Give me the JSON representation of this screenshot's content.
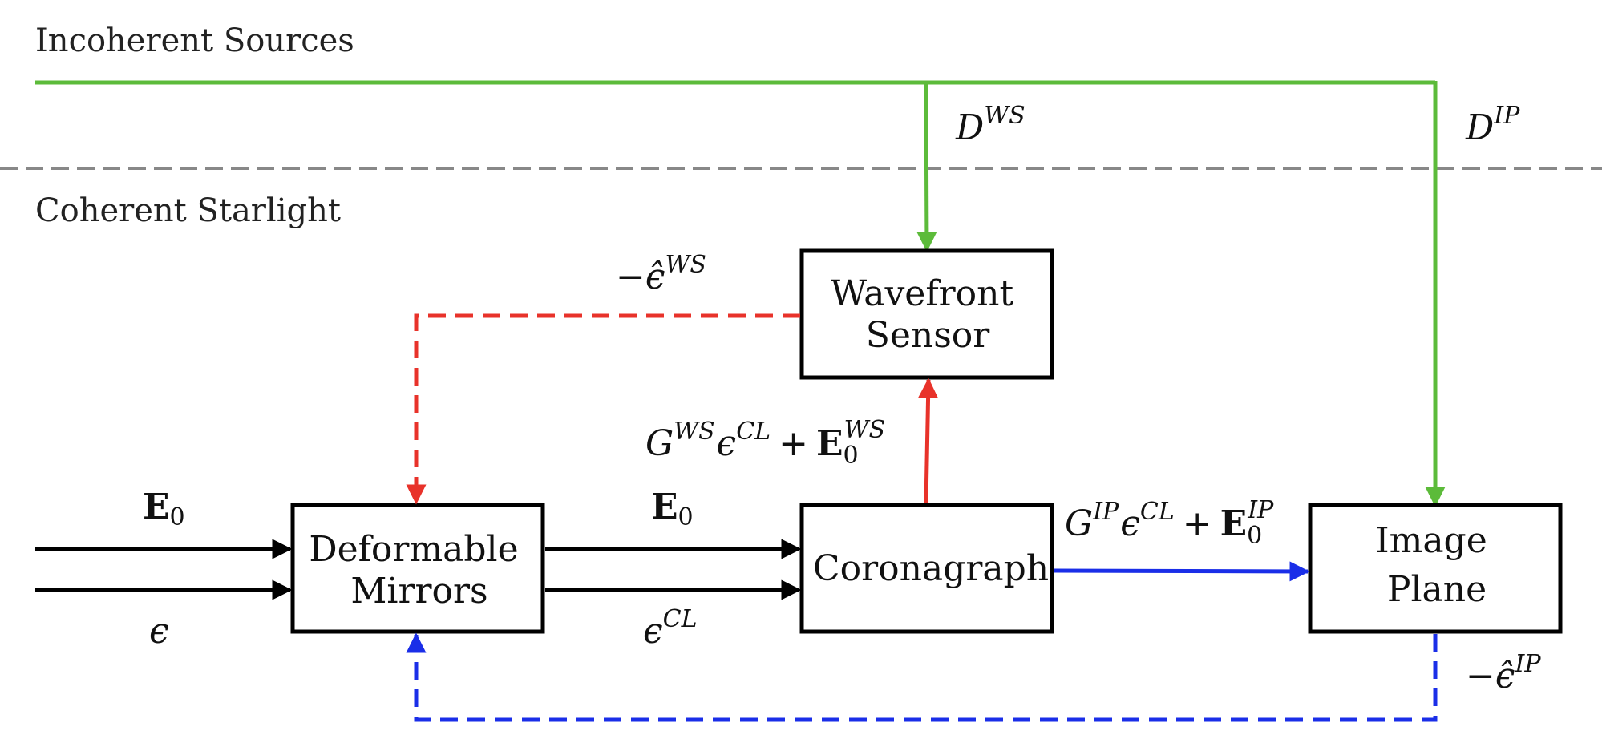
{
  "sections": {
    "incoherent": "Incoherent Sources",
    "coherent": "Coherent Starlight"
  },
  "blocks": {
    "deformable_mirrors": [
      "Deformable",
      "Mirrors"
    ],
    "coronagraph": [
      "Coronagraph"
    ],
    "wavefront_sensor": [
      "Wavefront",
      "Sensor"
    ],
    "image_plane": [
      "Image",
      "Plane"
    ]
  },
  "signals": {
    "e0_in": {
      "base": "E",
      "sub": "0"
    },
    "eps_in": {
      "base": "ϵ"
    },
    "e0_out": {
      "base": "E",
      "sub": "0"
    },
    "eps_cl": {
      "base": "ϵ",
      "sup": "CL"
    },
    "g_ws": {
      "g": "G",
      "g_sup": "WS",
      "eps": "ϵ",
      "eps_sup": "CL",
      "plus": "+",
      "e": "E",
      "e_sub": "0",
      "e_sup": "WS"
    },
    "g_ip": {
      "g": "G",
      "g_sup": "IP",
      "eps": "ϵ",
      "eps_sup": "CL",
      "plus": "+",
      "e": "E",
      "e_sub": "0",
      "e_sup": "IP"
    },
    "neg_eps_ws": {
      "minus": "−",
      "base": "ϵ̂",
      "sup": "WS"
    },
    "neg_eps_ip": {
      "minus": "−",
      "base": "ϵ̂",
      "sup": "IP"
    },
    "d_ws": {
      "base": "D",
      "sup": "WS"
    },
    "d_ip": {
      "base": "D",
      "sup": "IP"
    }
  },
  "colors": {
    "green": "#5cbb3a",
    "red": "#e8322a",
    "blue": "#1a2ee8",
    "black": "#000000",
    "divider": "#888888"
  }
}
